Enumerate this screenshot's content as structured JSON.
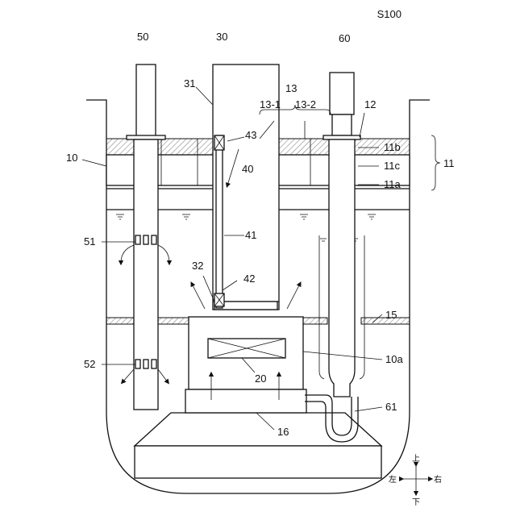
{
  "figure_id": "S100",
  "labels": {
    "l10": "10",
    "l10a": "10a",
    "l11": "11",
    "l11a": "11a",
    "l11b": "11b",
    "l11c": "11c",
    "l12": "12",
    "l13": "13",
    "l13_1": "13-1",
    "l13_2": "13-2",
    "l15": "15",
    "l16": "16",
    "l20": "20",
    "l30": "30",
    "l31": "31",
    "l32": "32",
    "l40": "40",
    "l41": "41",
    "l42": "42",
    "l43": "43",
    "l50": "50",
    "l51": "51",
    "l52": "52",
    "l60": "60",
    "l61": "61"
  },
  "directions": {
    "up": "上",
    "down": "下",
    "left": "左",
    "right": "右"
  }
}
